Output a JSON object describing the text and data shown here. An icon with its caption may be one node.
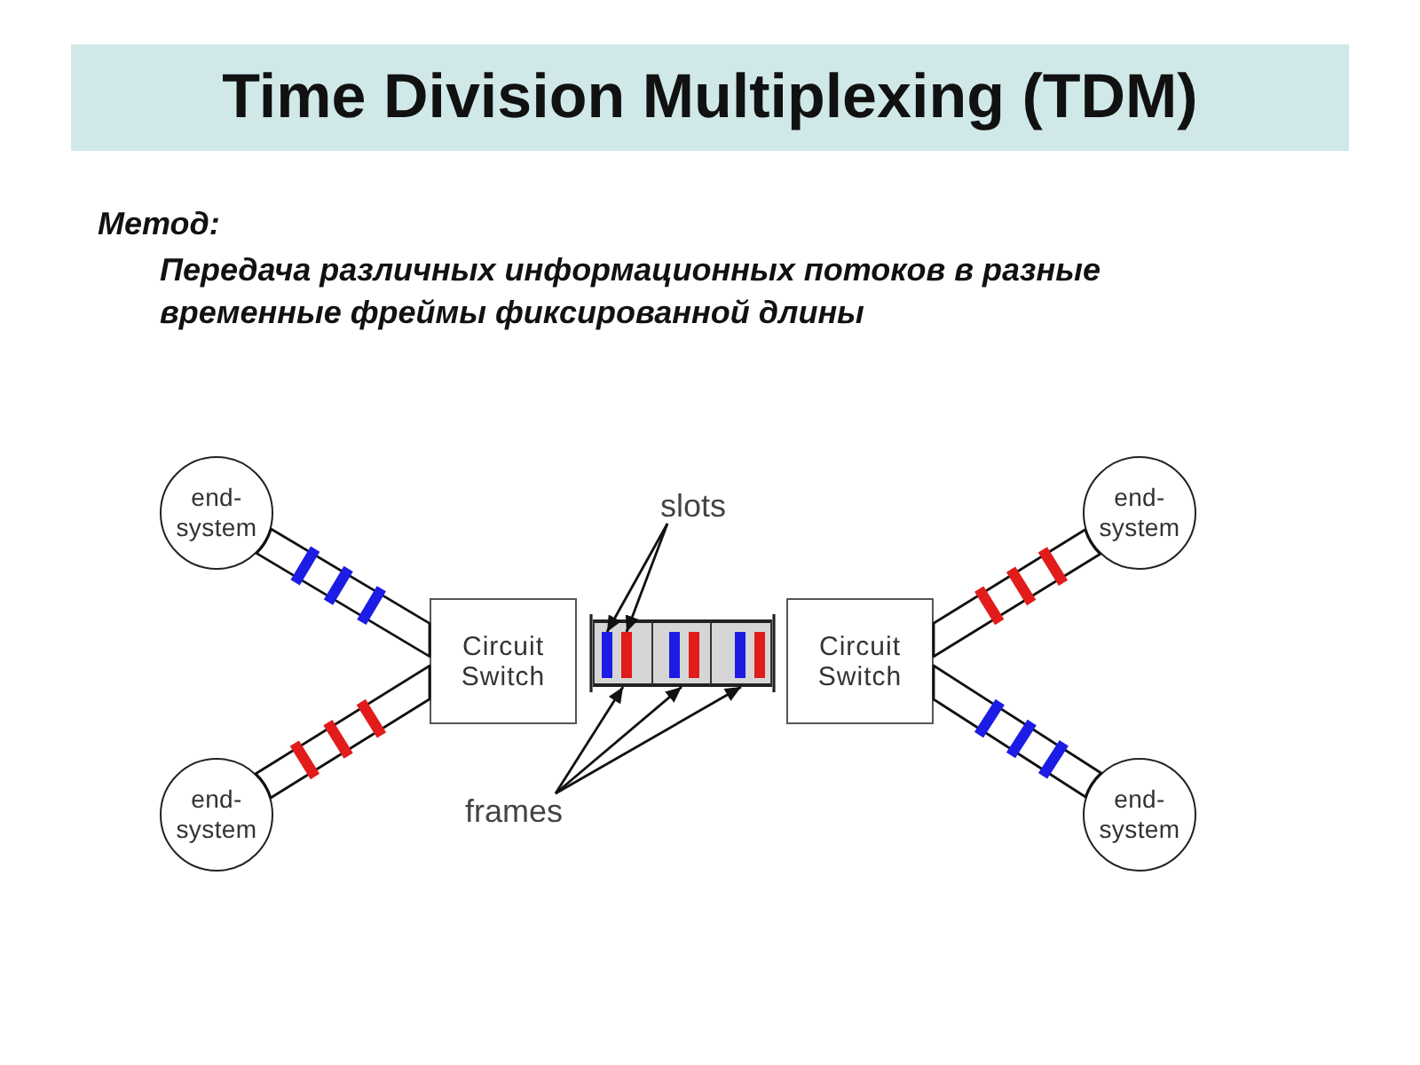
{
  "diagram": {
    "title": "Time Division Multiplexing (TDM)",
    "nodes": [
      {
        "text": [
          "end- system"
        ]
      },
      {
        "text": [
          "slots"
        ]
      },
      {
        "text": [
          "end- system"
        ]
      },
      {
        "text": [
          "Circuit Switch"
        ]
      },
      {
        "text": [],
        "shape": "box"
      },
      {
        "text": [],
        "shape": "bar",
        "in": 4
      },
      {
        "text": [],
        "shape": "bar",
        "in": 4
      },
      {
        "text": [],
        "shape": "box"
      },
      {
        "text": [],
        "shape": "bar",
        "in": 7
      },
      {
        "text": [],
        "shape": "bar",
        "in": 7
      },
      {
        "text": [],
        "shape": "box"
      },
      {
        "text": [],
        "shape": "bar",
        "in": 10
      },
      {
        "text": [],
        "shape": "bar",
        "in": 10
      },
      {
        "text": [
          "Circuit Switch"
        ]
      },
      {
        "text": [
          "end- system"
        ]
      },
      {
        "text": [
          "frames"
        ]
      },
      {
        "text": [
          "end- system"
        ]
      }
    ],
    "edges": [
      {
        "from": 0,
        "to": 3,
        "arrow": "none"
      },
      {
        "from": 14,
        "to": 3,
        "arrow": "none"
      },
      {
        "from": 13,
        "to": 2,
        "arrow": "none"
      },
      {
        "from": 13,
        "to": 16,
        "arrow": "none"
      },
      {
        "from": 1,
        "to": 5,
        "arrow": "to"
      },
      {
        "from": 1,
        "to": 6,
        "arrow": "to"
      },
      {
        "from": 15,
        "to": 4,
        "arrow": "to"
      },
      {
        "from": 15,
        "to": 7,
        "arrow": "to"
      },
      {
        "from": 15,
        "to": 10,
        "arrow": "to"
      }
    ],
    "labels": [
      "Метод:",
      "Передача различных информационных потоков в разные временные фреймы фиксированной длины"
    ]
  }
}
